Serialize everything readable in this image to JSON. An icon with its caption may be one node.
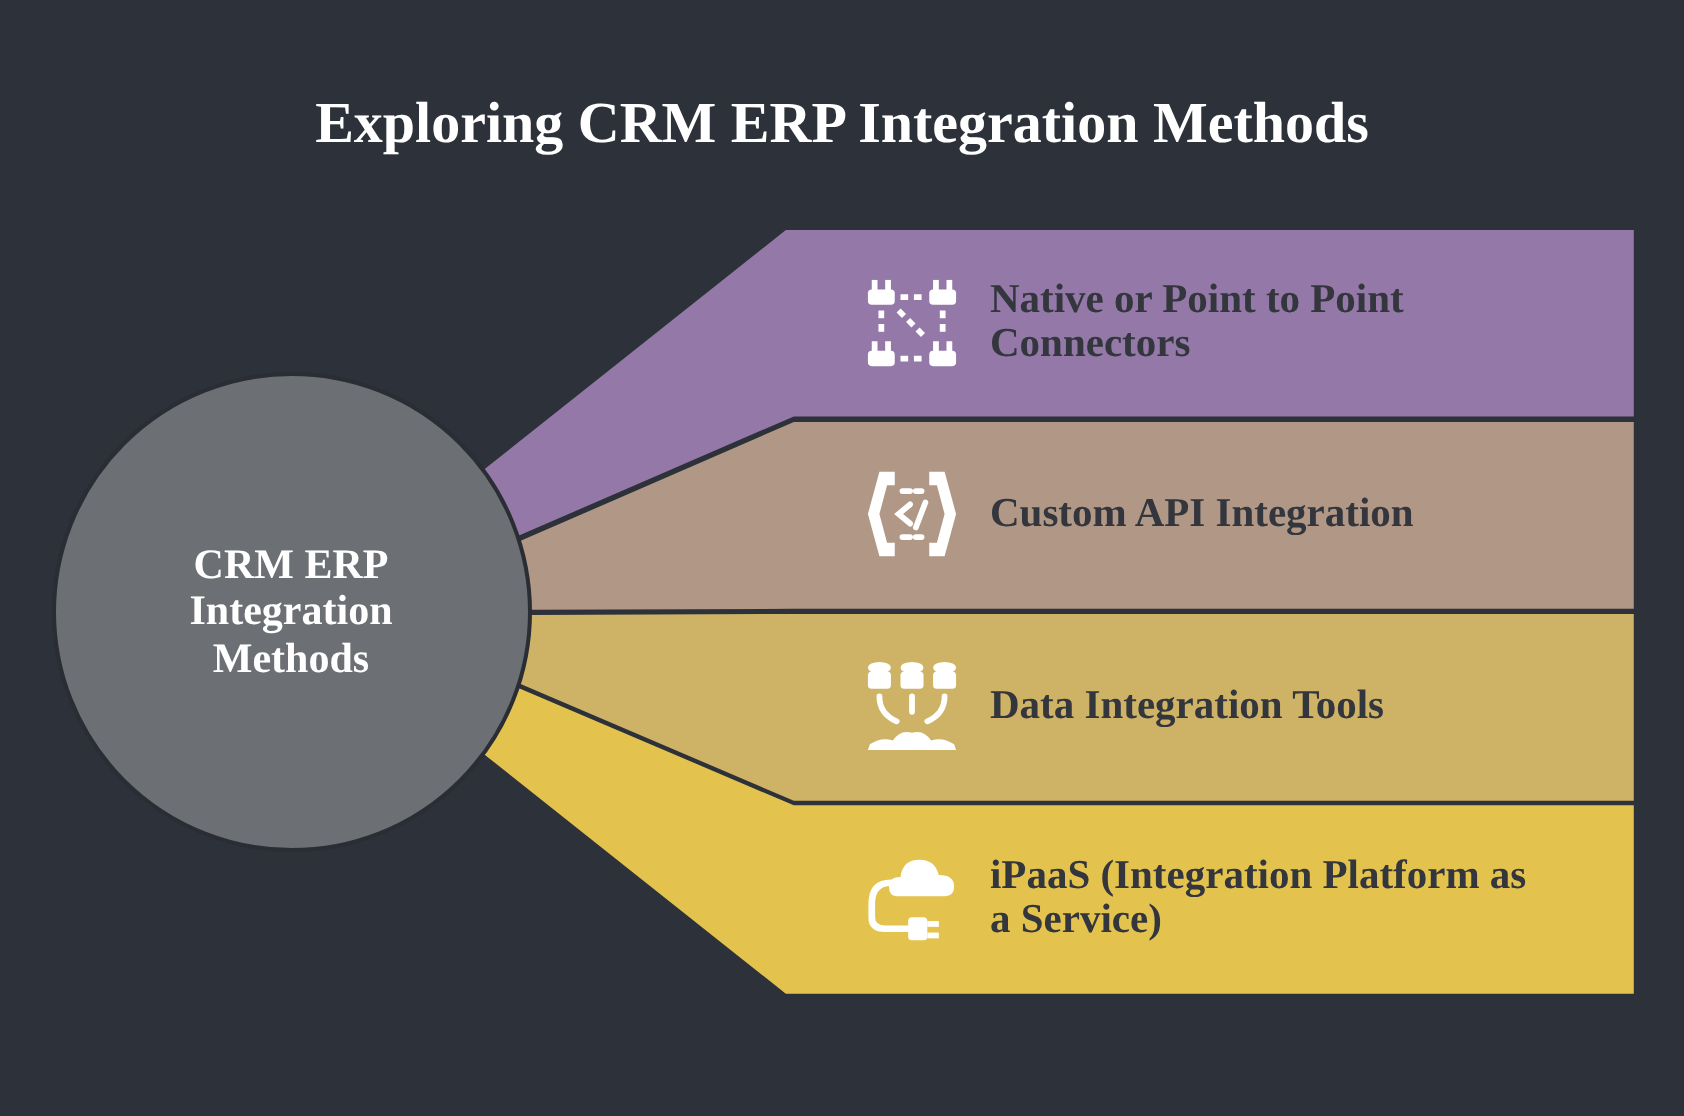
{
  "diagram": {
    "title": "Exploring CRM ERP Integration Methods",
    "nodes": [
      {
        "text": [
          "CRM ERP Integration Methods"
        ]
      },
      {
        "text": [
          "Native or Point to Point Connectors"
        ]
      },
      {
        "text": [
          "Custom API Integration"
        ]
      },
      {
        "text": [
          "Data Integration Tools"
        ]
      },
      {
        "text": [
          "iPaaS (Integration Platform as a Service)"
        ]
      }
    ]
  }
}
